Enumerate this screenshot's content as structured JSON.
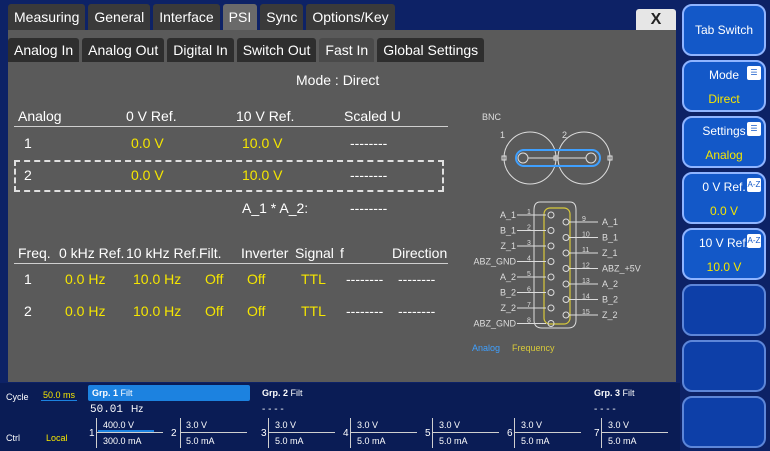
{
  "top_tabs": [
    "Measuring",
    "General",
    "Interface",
    "PSI",
    "Sync",
    "Options/Key"
  ],
  "close_label": "X",
  "sub_tabs": [
    "Analog In",
    "Analog Out",
    "Digital In",
    "Switch Out",
    "Fast In",
    "Global Settings"
  ],
  "mode_label": "Mode : Direct",
  "analog": {
    "headers": [
      "Analog",
      "0 V Ref.",
      "10 V Ref.",
      "Scaled U"
    ],
    "rows": [
      {
        "ch": "1",
        "ref0": "0.0 V",
        "ref10": "10.0 V",
        "scaled": "--------"
      },
      {
        "ch": "2",
        "ref0": "0.0 V",
        "ref10": "10.0 V",
        "scaled": "--------"
      }
    ],
    "formula": "A_1 * A_2:",
    "formula_value": "--------"
  },
  "freq": {
    "headers": [
      "Freq.",
      "0 kHz Ref.",
      "10 kHz Ref.",
      "Filt.",
      "Inverter",
      "Signal",
      "f",
      "Direction"
    ],
    "rows": [
      {
        "ch": "1",
        "ref0": "0.0 Hz",
        "ref10": "10.0 Hz",
        "filt": "Off",
        "inv": "Off",
        "sig": "TTL",
        "f": "--------",
        "dir": "--------"
      },
      {
        "ch": "2",
        "ref0": "0.0 Hz",
        "ref10": "10.0 Hz",
        "filt": "Off",
        "inv": "Off",
        "sig": "TTL",
        "f": "--------",
        "dir": "--------"
      }
    ]
  },
  "bnc": {
    "title": "BNC",
    "pin1": "1",
    "pin2": "2"
  },
  "connector": {
    "left_labels": [
      "A_1",
      "B_1",
      "Z_1",
      "ABZ_GND",
      "A_2",
      "B_2",
      "Z_2",
      "ABZ_GND"
    ],
    "left_pins": [
      "1",
      "2",
      "3",
      "4",
      "5",
      "6",
      "7",
      "8"
    ],
    "right_pins": [
      "9",
      "10",
      "11",
      "12",
      "13",
      "14",
      "15"
    ],
    "right_labels": [
      "A_1",
      "B_1",
      "Z_1",
      "ABZ_+5V",
      "A_2",
      "B_2",
      "Z_2"
    ],
    "legend_analog": "Analog",
    "legend_frequency": "Frequency",
    "color_analog": "#3fa0ff",
    "color_frequency": "#d8c93a"
  },
  "right_panel": {
    "tab_switch": "Tab Switch",
    "mode_title": "Mode",
    "mode_value": "Direct",
    "settings_title": "Settings",
    "settings_value": "Analog",
    "ref0_title": "0 V Ref.",
    "ref0_value": "0.0 V",
    "ref10_title": "10 V Ref.",
    "ref10_value": "10.0 V",
    "az_label": "A-Z"
  },
  "bottom": {
    "cycle_label": "Cycle",
    "cycle_value": "50.0 ms",
    "ctrl_label": "Ctrl",
    "ctrl_value": "Local",
    "grp1": "Grp. 1",
    "grp2": "Grp. 2",
    "grp3": "Grp. 3",
    "filt": "Filt",
    "freq_value": "50.01",
    "freq_unit": "Hz",
    "grp2_value": "- - - -",
    "grp3_value": "- - - -",
    "channels": [
      {
        "num": "1",
        "v": "400.0 V",
        "a": "300.0 mA"
      },
      {
        "num": "2",
        "v": "3.0 V",
        "a": "5.0 mA"
      },
      {
        "num": "3",
        "v": "3.0 V",
        "a": "5.0 mA"
      },
      {
        "num": "4",
        "v": "3.0 V",
        "a": "5.0 mA"
      },
      {
        "num": "5",
        "v": "3.0 V",
        "a": "5.0 mA"
      },
      {
        "num": "6",
        "v": "3.0 V",
        "a": "5.0 mA"
      },
      {
        "num": "7",
        "v": "3.0 V",
        "a": "5.0 mA"
      }
    ]
  }
}
